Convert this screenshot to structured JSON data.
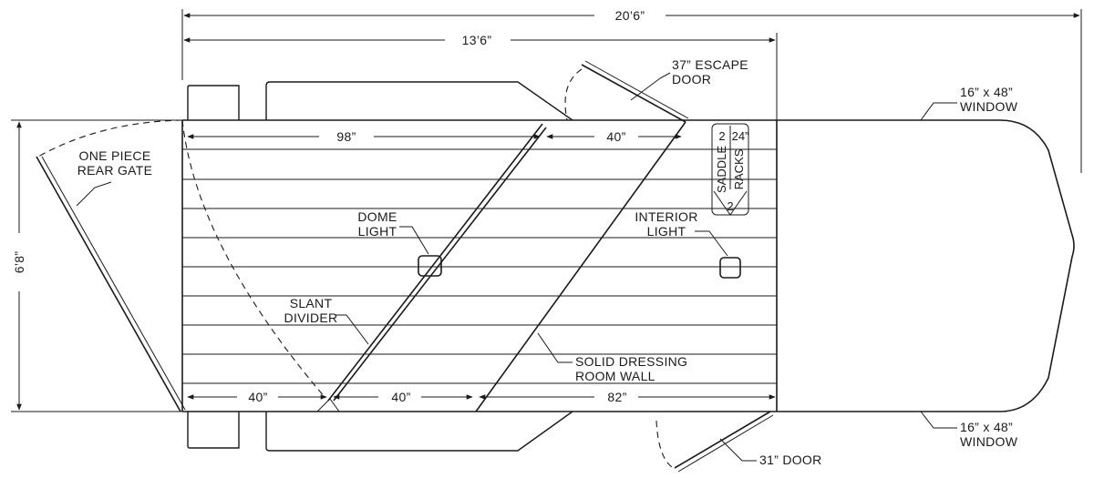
{
  "dimensions": {
    "overall_length": "20’6”",
    "horse_area_length": "13’6”",
    "width": "6’8”",
    "upper_98": "98”",
    "upper_40": "40”",
    "lower_40_a": "40”",
    "lower_40_b": "40”",
    "lower_82": "82”",
    "saddle_rack_24": "24”"
  },
  "labels": {
    "escape_door": [
      "37” ESCAPE",
      "DOOR"
    ],
    "window_top": [
      "16” x 48”",
      "WINDOW"
    ],
    "window_bottom": [
      "16” x 48”",
      "WINDOW"
    ],
    "rear_gate": [
      "ONE PIECE",
      "REAR GATE"
    ],
    "dome_light": [
      "DOME",
      "LIGHT"
    ],
    "interior_light": [
      "INTERIOR",
      "LIGHT"
    ],
    "slant_divider": [
      "SLANT",
      "DIVIDER"
    ],
    "dressing_wall": [
      "SOLID DRESSING",
      "ROOM WALL"
    ],
    "door_31": "31” DOOR",
    "saddle_racks": [
      "SADDLE",
      "RACKS"
    ],
    "saddle_rack_count": "2"
  }
}
